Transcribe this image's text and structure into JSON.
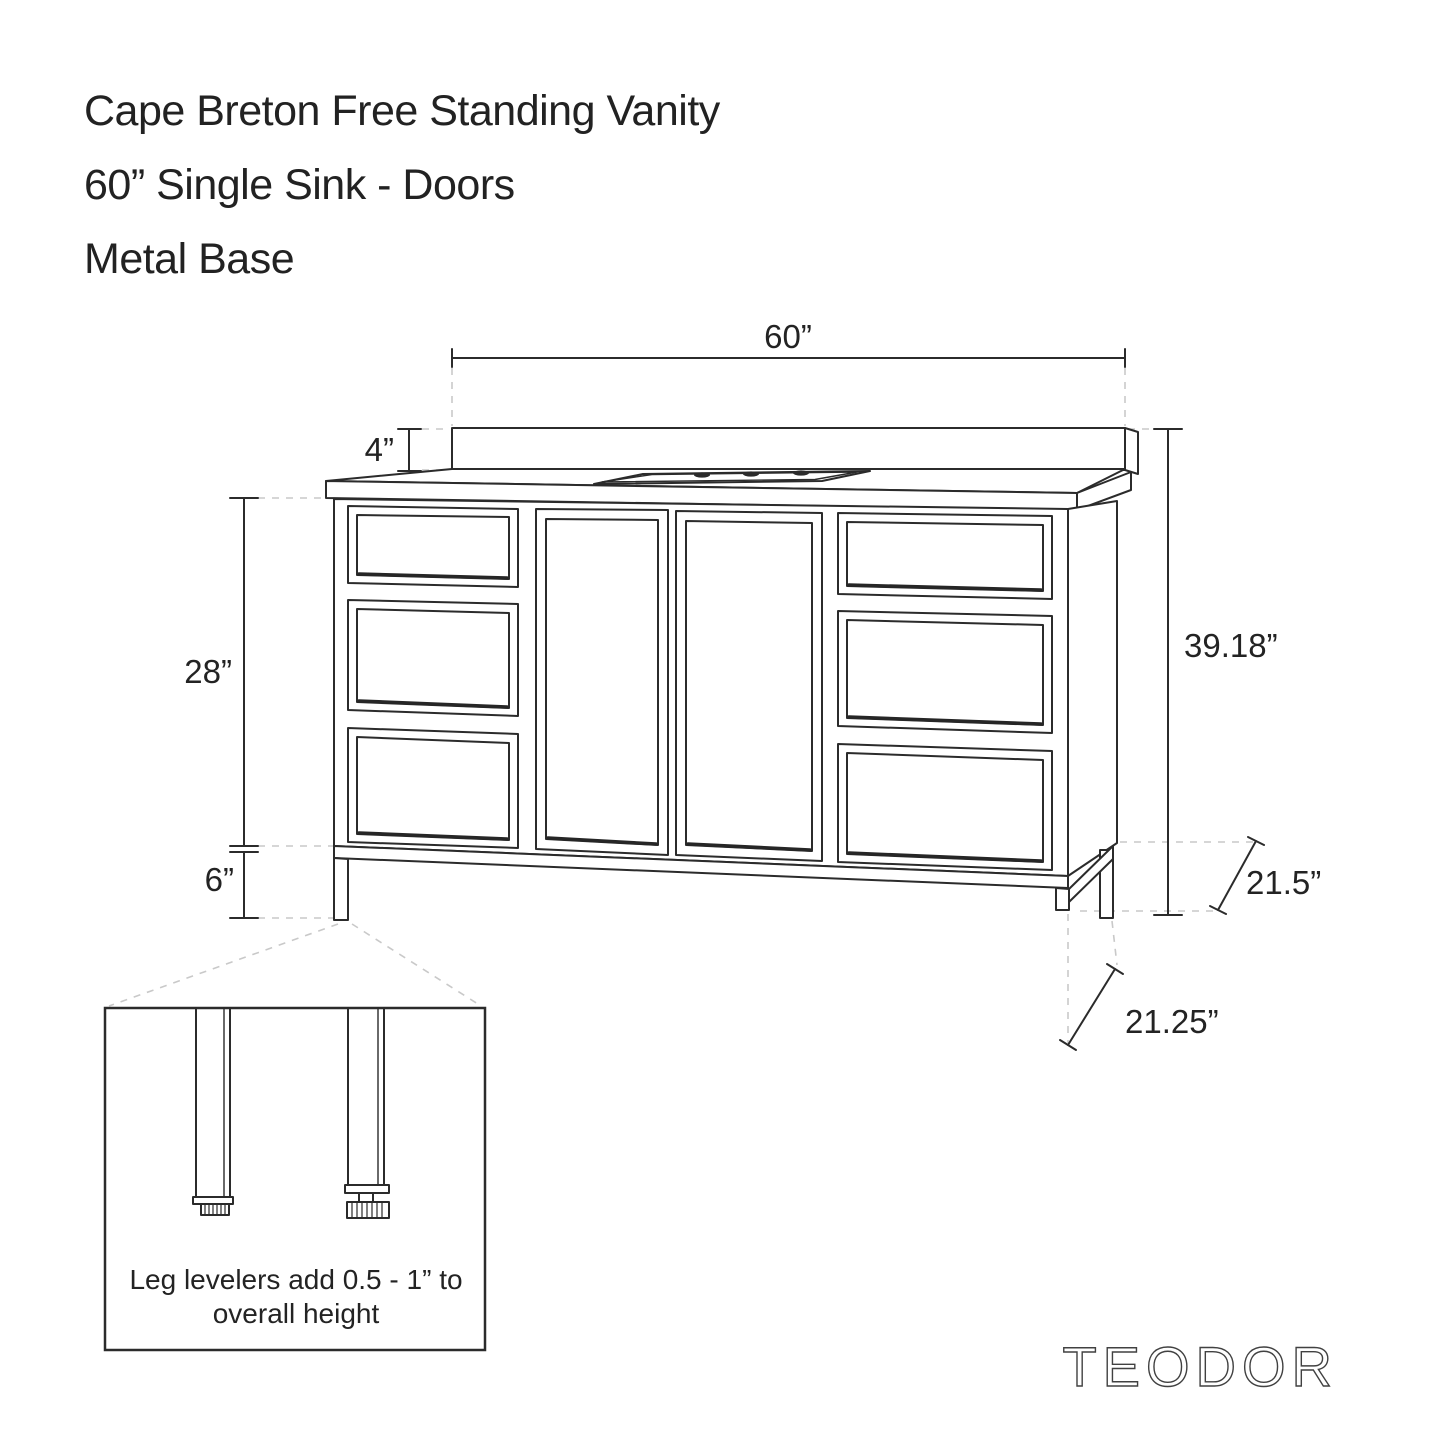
{
  "title": {
    "line1": "Cape Breton Free Standing Vanity",
    "line2": "60” Single Sink - Doors",
    "line3": "Metal Base"
  },
  "dimensions": {
    "width": "60”",
    "backsplash_height": "4”",
    "cabinet_height": "28”",
    "leg_height": "6”",
    "overall_height": "39.18”",
    "counter_depth": "21.5”",
    "base_depth": "21.25”"
  },
  "inset_note": {
    "line1": "Leg levelers add 0.5 - 1” to",
    "line2": "overall height"
  },
  "brand": {
    "logo": "TEODOR"
  },
  "colors": {
    "line": "#2b2b2b",
    "dash": "#c9c9c9",
    "text": "#232323",
    "background": "#ffffff"
  }
}
